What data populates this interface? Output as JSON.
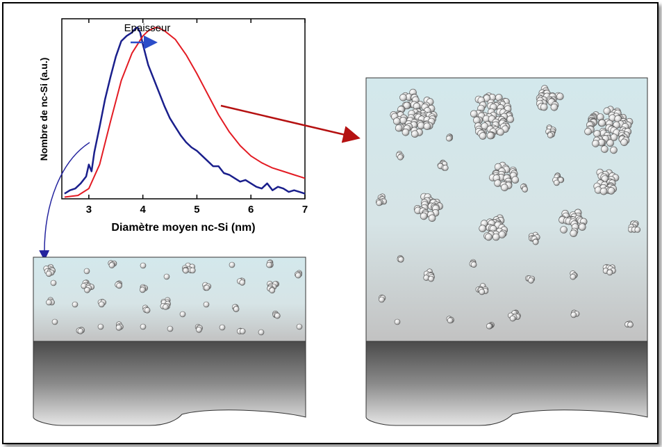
{
  "chart_data": {
    "type": "line",
    "title": "",
    "xlabel": "Diamètre moyen nc-Si (nm)",
    "ylabel": "Nombre de nc-Si (a.u.)",
    "xlim": [
      2.5,
      7
    ],
    "ylim": [
      0,
      1.05
    ],
    "x_ticks": [
      "3",
      "4",
      "5",
      "6",
      "7"
    ],
    "grid": false,
    "annotation": "Epaisseur",
    "series": [
      {
        "color": "#1a1f8c",
        "x": [
          2.55,
          2.65,
          2.75,
          2.85,
          2.95,
          3.0,
          3.05,
          3.1,
          3.2,
          3.3,
          3.4,
          3.5,
          3.6,
          3.7,
          3.8,
          3.85,
          3.9,
          3.95,
          4.0,
          4.1,
          4.2,
          4.3,
          4.4,
          4.5,
          4.6,
          4.7,
          4.8,
          4.9,
          5.0,
          5.1,
          5.2,
          5.3,
          5.4,
          5.5,
          5.6,
          5.7,
          5.8,
          5.9,
          6.0,
          6.1,
          6.2,
          6.3,
          6.4,
          6.5,
          6.6,
          6.7,
          6.8,
          6.9,
          7.0
        ],
        "values": [
          0.03,
          0.05,
          0.06,
          0.09,
          0.13,
          0.2,
          0.16,
          0.27,
          0.42,
          0.58,
          0.71,
          0.83,
          0.92,
          0.95,
          0.97,
          0.99,
          1.0,
          0.97,
          0.9,
          0.78,
          0.7,
          0.62,
          0.54,
          0.47,
          0.42,
          0.37,
          0.33,
          0.3,
          0.28,
          0.25,
          0.22,
          0.19,
          0.19,
          0.15,
          0.14,
          0.12,
          0.1,
          0.11,
          0.09,
          0.07,
          0.06,
          0.09,
          0.05,
          0.07,
          0.06,
          0.04,
          0.05,
          0.04,
          0.03
        ]
      },
      {
        "color": "#e31b23",
        "x": [
          2.55,
          2.8,
          3.0,
          3.2,
          3.4,
          3.6,
          3.8,
          4.0,
          4.1,
          4.2,
          4.25,
          4.3,
          4.4,
          4.6,
          4.8,
          5.0,
          5.2,
          5.4,
          5.6,
          5.8,
          6.0,
          6.2,
          6.4,
          6.6,
          6.8,
          7.0
        ],
        "values": [
          0.01,
          0.02,
          0.06,
          0.2,
          0.45,
          0.69,
          0.85,
          0.95,
          0.98,
          0.995,
          1.0,
          0.995,
          0.98,
          0.93,
          0.84,
          0.73,
          0.61,
          0.49,
          0.39,
          0.31,
          0.25,
          0.21,
          0.18,
          0.16,
          0.14,
          0.12
        ]
      }
    ]
  },
  "colors": {
    "blue_series": "#1a1f8c",
    "red_series": "#e31b23",
    "blue_arrow": "#2b4dc9",
    "left_arrow": "#23239e",
    "right_arrow": "#b51111",
    "substrate_top": "#4c4c4c",
    "substrate_bottom": "#e4e4e4",
    "layer_top": "#cfe4e8",
    "layer_bottom": "#c0c0c0"
  },
  "illustrations": [
    {
      "name": "thin-film",
      "particle_sizes": "small"
    },
    {
      "name": "thick-film",
      "particle_sizes": "small-and-large"
    }
  ]
}
